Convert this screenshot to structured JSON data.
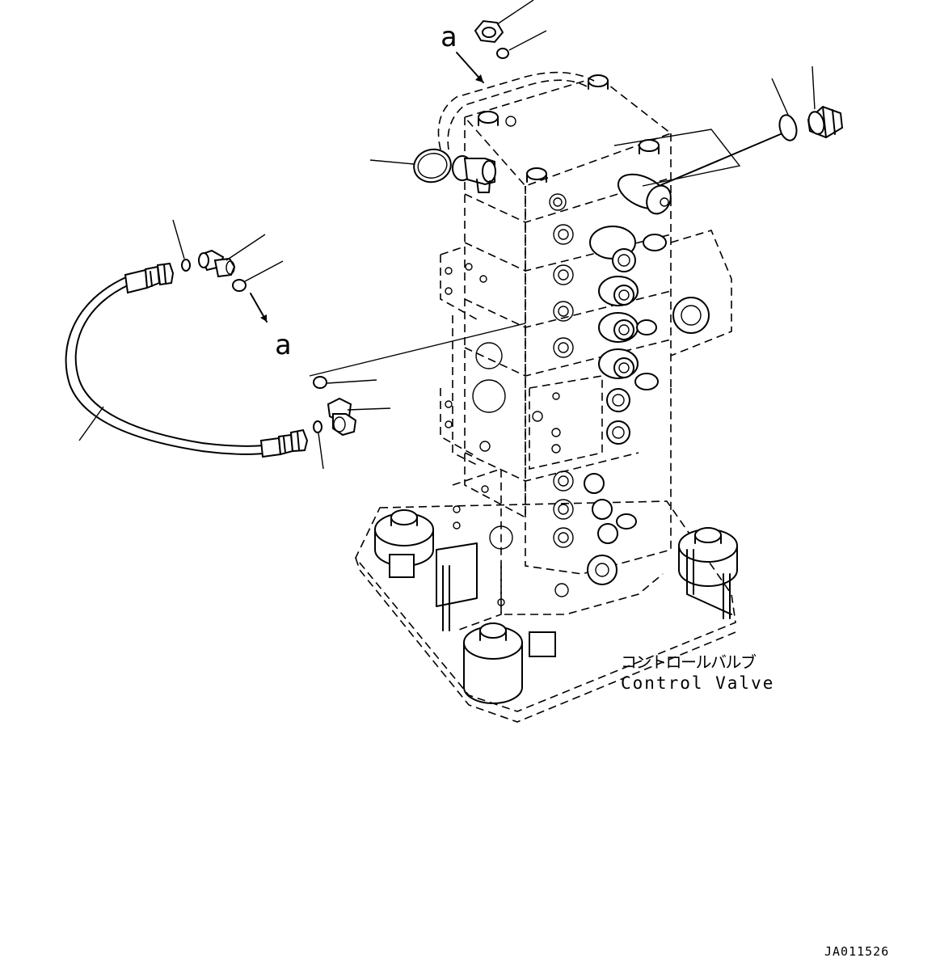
{
  "callouts": {
    "marker_top": "a",
    "marker_left": "a"
  },
  "component_label": {
    "jp": "コントロールバルブ",
    "en": "Control Valve"
  },
  "drawing_number": "JA011526"
}
